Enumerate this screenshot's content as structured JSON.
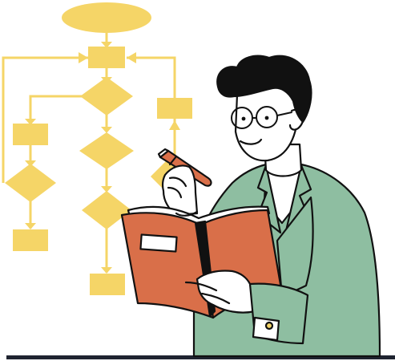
{
  "illustration": {
    "colors": {
      "flowchart": "#f5d567",
      "arrow": "#f5d567",
      "outline": "#111111",
      "hair": "#111111",
      "skin": "#ffffff",
      "jacket": "#8ebea1",
      "book_cover": "#d96f49",
      "pencil": "#d96f49",
      "ground": "#1f2430"
    },
    "icons": [
      "flowchart-diagram",
      "person-reading",
      "notebook",
      "pencil"
    ]
  }
}
